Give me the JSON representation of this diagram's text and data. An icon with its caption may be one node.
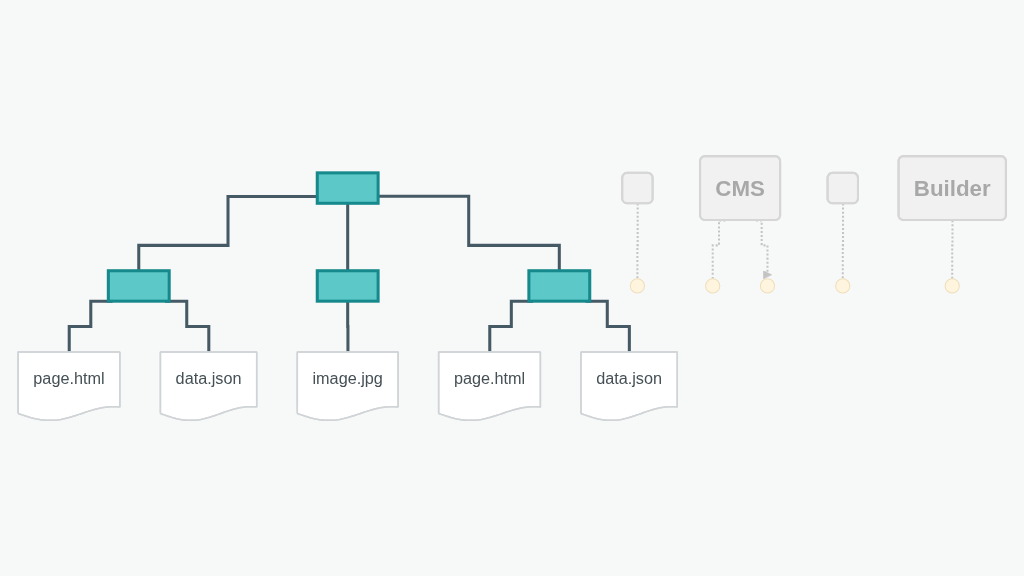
{
  "diagram": {
    "nodes": [
      {
        "text": [],
        "shape": "folder"
      },
      {
        "text": [],
        "shape": "folder"
      },
      {
        "text": [],
        "shape": "folder"
      },
      {
        "text": [],
        "shape": "folder"
      },
      {
        "text": [
          "page.html"
        ]
      },
      {
        "text": [
          "data.json"
        ]
      },
      {
        "text": [
          "image.jpg"
        ]
      },
      {
        "text": [
          "page.html"
        ]
      },
      {
        "text": [
          "data.json"
        ]
      },
      {
        "text": [],
        "shape": "box"
      },
      {
        "text": [
          "CMS"
        ]
      },
      {
        "text": [],
        "shape": "box"
      },
      {
        "text": [
          "Builder"
        ]
      }
    ],
    "edges": [
      {
        "from": 0,
        "to": 1,
        "arrow": "none"
      },
      {
        "from": 0,
        "to": 2,
        "arrow": "none"
      },
      {
        "from": 0,
        "to": 3,
        "arrow": "none"
      },
      {
        "from": 1,
        "to": 4,
        "arrow": "none"
      },
      {
        "from": 1,
        "to": 5,
        "arrow": "none"
      },
      {
        "from": 2,
        "to": 6,
        "arrow": "none"
      },
      {
        "from": 3,
        "to": 7,
        "arrow": "none"
      },
      {
        "from": 3,
        "to": 8,
        "arrow": "none"
      },
      {
        "from": 9,
        "to": null,
        "arrow": "none",
        "style": "dashed",
        "color": "#c4c4c4"
      },
      {
        "from": 10,
        "to": null,
        "arrow": "none",
        "style": "dashed",
        "color": "#c4c4c4"
      },
      {
        "from": 10,
        "to": null,
        "arrow": "to",
        "style": "dashed",
        "color": "#c4c4c4"
      },
      {
        "from": 11,
        "to": null,
        "arrow": "none",
        "style": "dashed",
        "color": "#c4c4c4"
      },
      {
        "from": 12,
        "to": null,
        "arrow": "none",
        "style": "dashed",
        "color": "#c4c4c4"
      }
    ]
  }
}
